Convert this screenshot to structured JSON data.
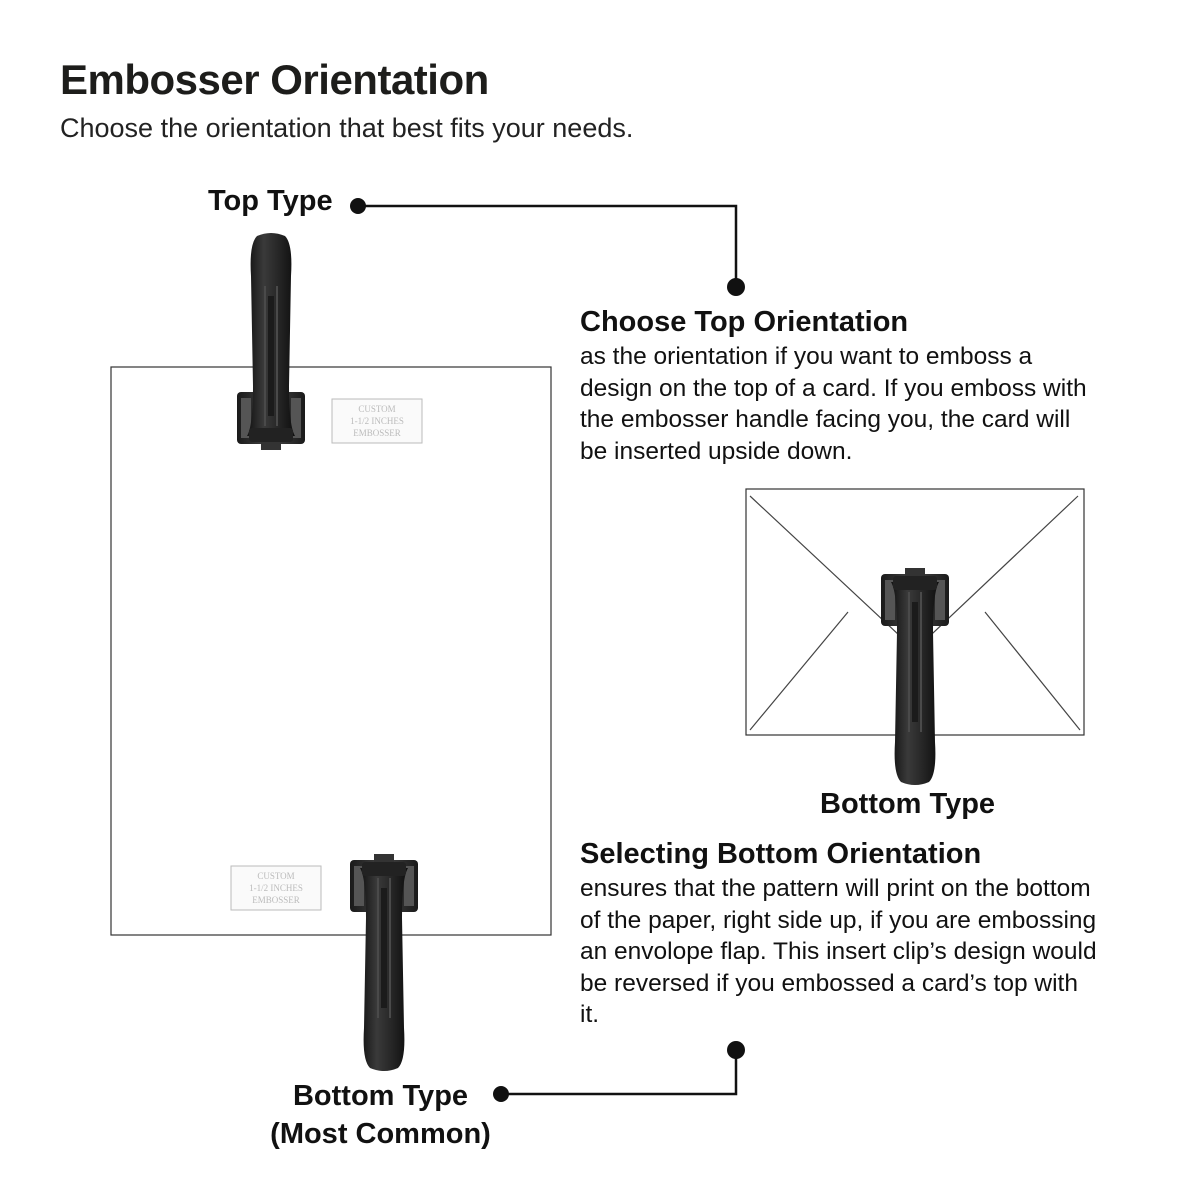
{
  "header": {
    "title": "Embosser Orientation",
    "subtitle": "Choose the orientation that best fits your needs."
  },
  "labels": {
    "top_type": "Top Type",
    "bottom_type_common_line1": "Bottom Type",
    "bottom_type_common_line2": "(Most Common)",
    "envelope_bottom_type": "Bottom Type"
  },
  "top_section": {
    "heading": "Choose Top Orientation",
    "body": "as the orientation if you want to emboss a design on the top of a card. If you emboss with the embosser handle facing you, the card will be inserted upside down."
  },
  "bottom_section": {
    "heading": "Selecting Bottom Orientation",
    "body": "ensures that the pattern will print on the bottom of the paper, right side up, if you are embossing an envolope flap. This insert clip’s design would be reversed if you embossed a card’s top with it."
  },
  "seal": {
    "line1": "CUSTOM",
    "line2": "1-1/2 INCHES",
    "line3": "EMBOSSER"
  },
  "colors": {
    "embosser_body": "#2b2b2b",
    "embosser_dark": "#151515",
    "connector": "#111111",
    "paper_outline": "#333333"
  }
}
